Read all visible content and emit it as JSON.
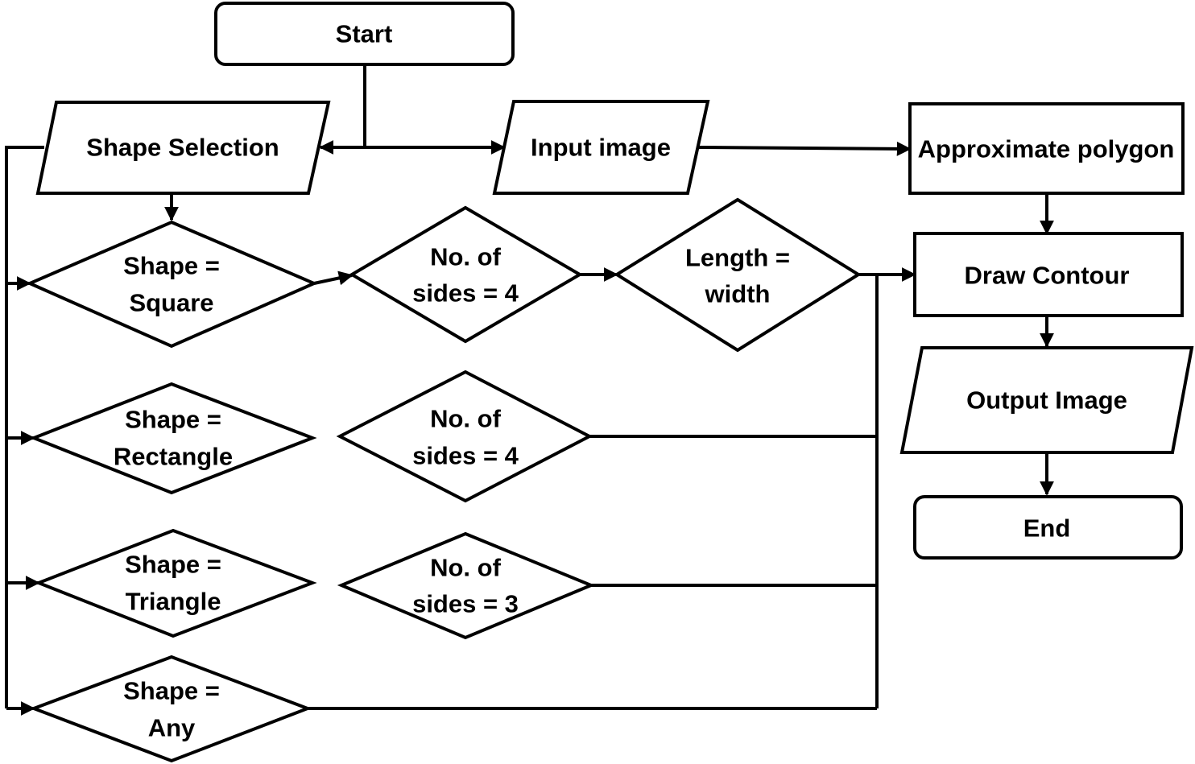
{
  "diagram": {
    "nodes": {
      "start": {
        "lines": [
          "Start"
        ]
      },
      "shape_selection": {
        "lines": [
          "Shape Selection"
        ]
      },
      "input_image": {
        "lines": [
          "Input image"
        ]
      },
      "approximate_polygon": {
        "lines": [
          "Approximate polygon"
        ]
      },
      "draw_contour": {
        "lines": [
          "Draw Contour"
        ]
      },
      "output_image": {
        "lines": [
          "Output Image"
        ]
      },
      "end": {
        "lines": [
          "End"
        ]
      },
      "shape_square": {
        "lines": [
          "Shape =",
          "Square"
        ]
      },
      "sides4_square": {
        "lines": [
          "No. of",
          "sides = 4"
        ]
      },
      "length_width": {
        "lines": [
          "Length =",
          "width"
        ]
      },
      "shape_rectangle": {
        "lines": [
          "Shape =",
          "Rectangle"
        ]
      },
      "sides4_rectangle": {
        "lines": [
          "No. of",
          "sides = 4"
        ]
      },
      "shape_triangle": {
        "lines": [
          "Shape =",
          "Triangle"
        ]
      },
      "sides3_triangle": {
        "lines": [
          "No. of",
          "sides = 3"
        ]
      },
      "shape_any": {
        "lines": [
          "Shape =",
          "Any"
        ]
      }
    }
  }
}
